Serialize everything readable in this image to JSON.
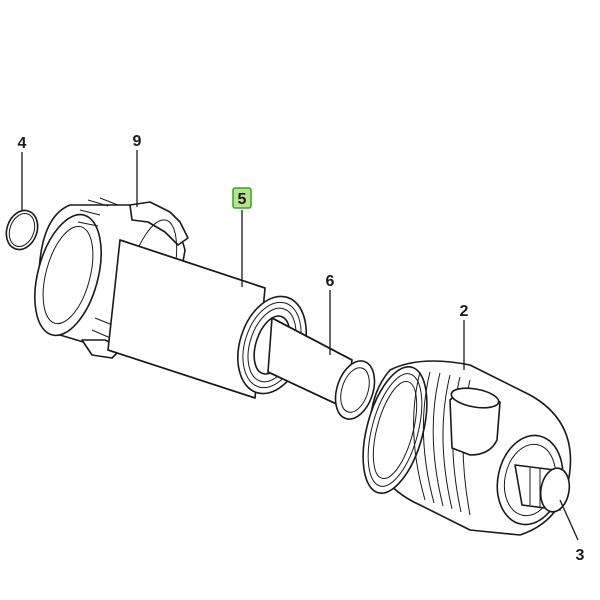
{
  "diagram": {
    "callouts": [
      {
        "id": "c4",
        "label": "4",
        "highlighted": false
      },
      {
        "id": "c9",
        "label": "9",
        "highlighted": false
      },
      {
        "id": "c5",
        "label": "5",
        "highlighted": true
      },
      {
        "id": "c6",
        "label": "6",
        "highlighted": false
      },
      {
        "id": "c2",
        "label": "2",
        "highlighted": false
      },
      {
        "id": "c3",
        "label": "3",
        "highlighted": false
      }
    ],
    "highlight_color": "#b7e28f",
    "highlight_border": "#3aa02c"
  }
}
